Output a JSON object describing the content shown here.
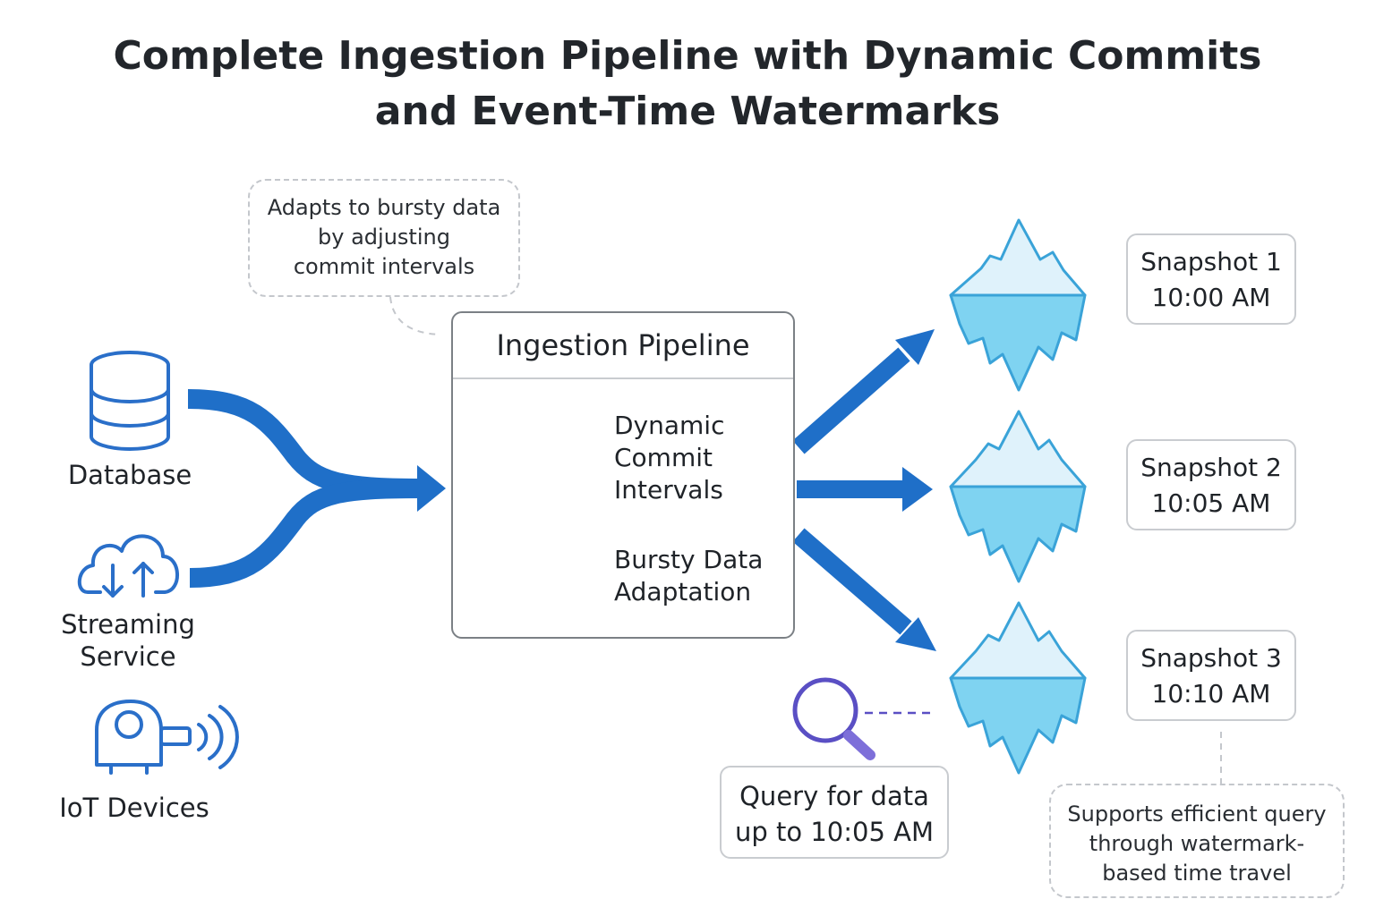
{
  "title": {
    "line1": "Complete Ingestion Pipeline with Dynamic Commits",
    "line2": "and Event-Time Watermarks"
  },
  "sources": [
    {
      "label": "Database",
      "icon": "database-icon"
    },
    {
      "label_line1": "Streaming",
      "label_line2": "Service",
      "icon": "cloud-sync-icon"
    },
    {
      "label": "IoT Devices",
      "icon": "iot-sensor-icon"
    }
  ],
  "notes": {
    "bursty": {
      "line1": "Adapts to bursty data",
      "line2": "by adjusting",
      "line3": "commit intervals"
    },
    "timetravel": {
      "line1": "Supports efficient query",
      "line2": "through watermark-",
      "line3": "based time travel"
    }
  },
  "pipeline": {
    "title": "Ingestion Pipeline",
    "feature1": {
      "line1": "Dynamic",
      "line2": "Commit",
      "line3": "Intervals",
      "icon": "stopwatch-icon"
    },
    "feature2": {
      "line1": "Bursty Data",
      "line2": "Adaptation",
      "icon": "gauge-icon"
    }
  },
  "snapshots": [
    {
      "name": "Snapshot 1",
      "time": "10:00 AM"
    },
    {
      "name": "Snapshot 2",
      "time": "10:05 AM"
    },
    {
      "name": "Snapshot 3",
      "time": "10:10 AM"
    }
  ],
  "query": {
    "line1": "Query for data",
    "line2": "up to 10:05 AM",
    "icon": "magnifier-icon"
  },
  "colors": {
    "arrow": "#1f6fc8",
    "icon_blue": "#2a6fc9",
    "stopwatch": "#f0922a",
    "gauge": "#5a4fc4",
    "iceberg_top": "#dff2fb",
    "iceberg_bottom": "#7fd3f1",
    "iceberg_stroke": "#3aa3d8"
  }
}
